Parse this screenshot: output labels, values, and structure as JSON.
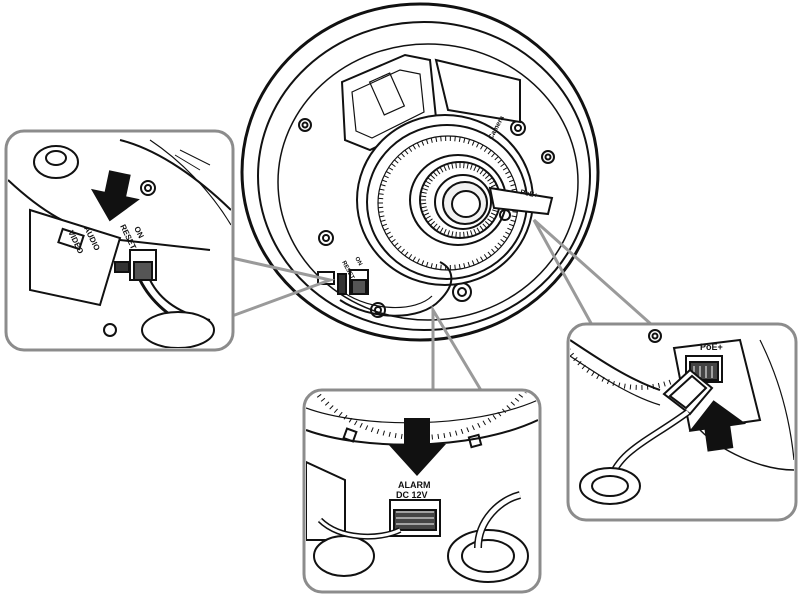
{
  "callouts": {
    "left": {
      "labels": [
        "VIDEO",
        "AUDIO",
        "RESET",
        "ON"
      ]
    },
    "bottom": {
      "labels": [
        "ALARM",
        "DC 12V"
      ]
    },
    "right": {
      "labels": [
        "PoE+"
      ]
    }
  },
  "camera": {
    "tab_label": "PoE+",
    "board_labels": [
      "RESET",
      "ON"
    ],
    "logo_text": "Camera"
  },
  "colors": {
    "line": "#111111",
    "connector_line": "#9a9a9a",
    "panel_border": "#8c8c8c",
    "arrow": "#111111"
  },
  "icons": [
    "down-arrow-icon",
    "up-arrow-icon"
  ]
}
